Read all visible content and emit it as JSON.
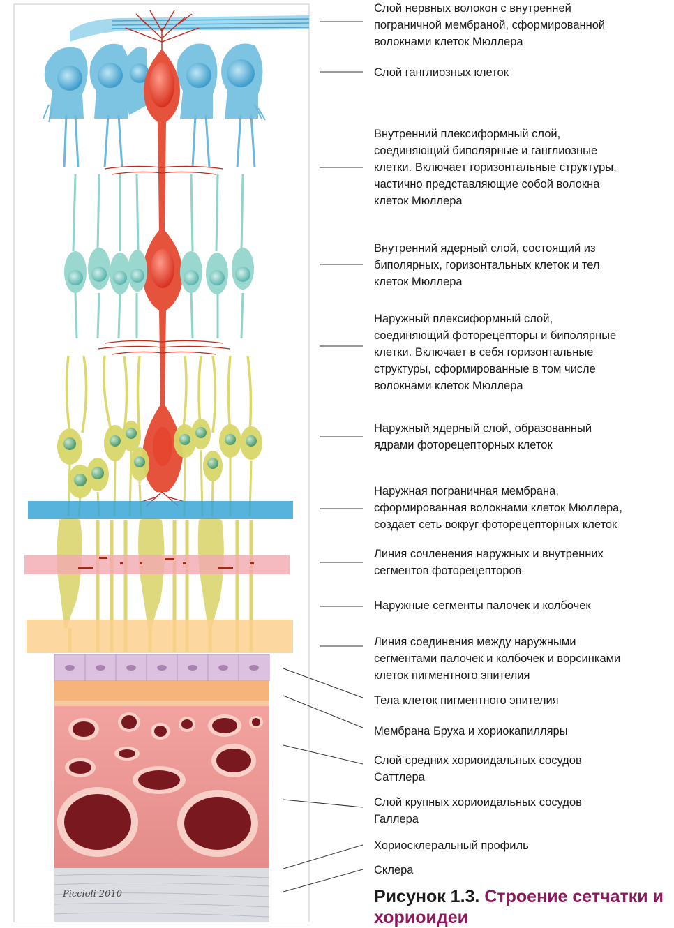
{
  "labels": [
    {
      "id": "nerve-fiber-layer",
      "text": "Слой нервных волокон с внутренней\nпограничной мембраной, сформированной\nволокнами клеток Мюллера"
    },
    {
      "id": "ganglion-layer",
      "text": "Слой ганглиозных клеток"
    },
    {
      "id": "inner-plexiform",
      "text": "Внутренний плексиформный слой,\nсоединяющий биполярные и ганглиозные\nклетки. Включает горизонтальные структуры,\nчастично представляющие собой волокна\nклеток Мюллера"
    },
    {
      "id": "inner-nuclear",
      "text": "Внутренний ядерный слой, состоящий из\nбиполярных, горизонтальных клеток и тел\nклеток Мюллера"
    },
    {
      "id": "outer-plexiform",
      "text": "Наружный плексиформный слой,\nсоединяющий фоторецепторы и биполярные\nклетки. Включает в себя горизонтальные\nструктуры, сформированные в том числе\nволокнами клеток Мюллера"
    },
    {
      "id": "outer-nuclear",
      "text": "Наружный ядерный слой, образованный\nядрами фоторецепторных клеток"
    },
    {
      "id": "outer-limiting",
      "text": "Наружная пограничная мембрана,\nсформированная волокнами клеток Мюллера,\nсоздает сеть вокруг фоторецепторных клеток"
    },
    {
      "id": "junction-line",
      "text": "Линия сочленения наружных и внутренних\nсегментов фоторецепторов"
    },
    {
      "id": "outer-segments",
      "text": "Наружные сегменты палочек и колбочек"
    },
    {
      "id": "connection-line",
      "text": "Линия соединения между наружными\nсегментами палочек и колбочек и ворсинками\nклеток пигментного эпителия"
    },
    {
      "id": "rpe-bodies",
      "text": "Тела клеток пигментного эпителия"
    },
    {
      "id": "bruch",
      "text": "Мембрана Бруха и хориокапилляры"
    },
    {
      "id": "sattler",
      "text": "Слой средних хориоидальных сосудов\nСаттлера"
    },
    {
      "id": "haller",
      "text": "Слой крупных хориоидальных сосудов\nГаллера"
    },
    {
      "id": "choroscleral",
      "text": "Хориосклеральный профиль"
    },
    {
      "id": "sclera",
      "text": "Склера"
    }
  ],
  "caption": {
    "number": "Рисунок 1.3.",
    "title": "Строение сетчатки и хориоидеи"
  },
  "signature": "Piccioli 2010",
  "colors": {
    "ganglion": "#5fb4d8",
    "bipolar": "#7fcbc4",
    "muller": "#e2503a",
    "photoreceptor": "#d7d45a",
    "rpe": "#d6b6d8",
    "choroid": "#e98a8a",
    "vessel": "#7a1820",
    "sclera": "#d9dbe0",
    "caption_title": "#8b1a5a"
  }
}
